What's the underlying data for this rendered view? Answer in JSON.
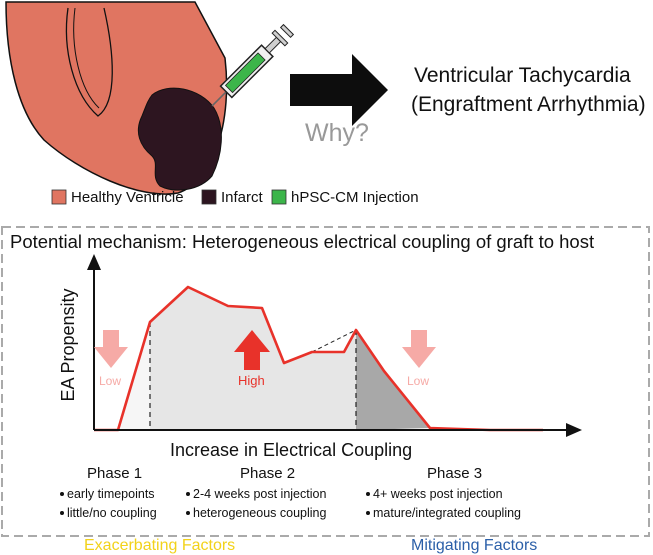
{
  "header": {
    "outcome_line1": "Ventricular Tachycardia",
    "outcome_line2": "(Engraftment Arrhythmia)",
    "question": "Why?"
  },
  "legend": [
    {
      "label": "Healthy Ventricle",
      "color": "#e07561"
    },
    {
      "label": "Infarct",
      "color": "#2d1520"
    },
    {
      "label": "hPSC-CM Injection",
      "color": "#3cb54a"
    }
  ],
  "mechanism": {
    "title": "Potential mechanism: Heterogeneous electrical coupling of graft to host",
    "ylabel": "EA Propensity",
    "xlabel": "Increase in Electrical Coupling",
    "markers": [
      {
        "label": "Low",
        "color": "#f6aaa6"
      },
      {
        "label": "High",
        "color": "#e8322a"
      },
      {
        "label": "Low",
        "color": "#f6aaa6"
      }
    ],
    "phases": [
      {
        "title": "Phase 1",
        "bullets": [
          "early timepoints",
          "little/no coupling"
        ]
      },
      {
        "title": "Phase 2",
        "bullets": [
          "2-4 weeks post injection",
          "heterogeneous coupling"
        ]
      },
      {
        "title": "Phase 3",
        "bullets": [
          "4+ weeks post injection",
          "mature/integrated coupling"
        ]
      }
    ]
  },
  "factors": {
    "exacerbating": "Exacerbating Factors",
    "exacerbating_color": "#f2d21a",
    "mitigating": "Mitigating Factors",
    "mitigating_color": "#2b5fa8"
  },
  "colors": {
    "curve": "#e8322a",
    "axis": "#111111",
    "dash_border": "#aaaaaa"
  }
}
